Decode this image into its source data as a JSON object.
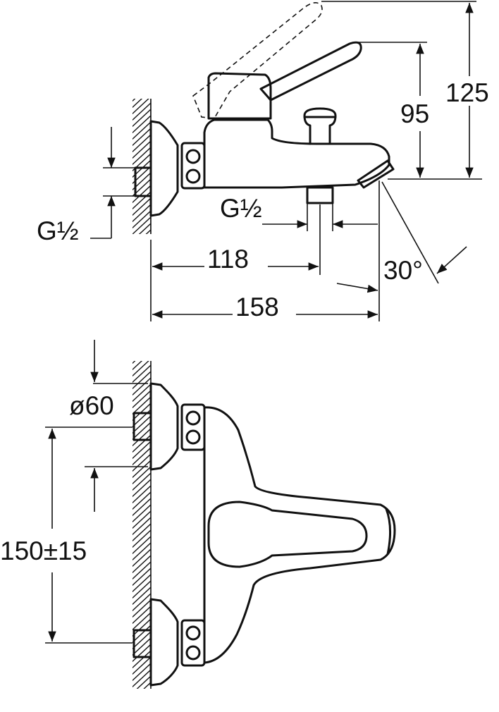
{
  "dimensions": {
    "total_height": "125",
    "lever_height": "95",
    "inlet_thread": "G½",
    "outlet_thread": "G½",
    "outlet_distance": "118",
    "total_depth": "158",
    "spout_angle": "30°",
    "flange_diameter": "ø60",
    "inlet_spacing": "150±15"
  },
  "colors": {
    "line": "#111111",
    "background": "#ffffff"
  }
}
